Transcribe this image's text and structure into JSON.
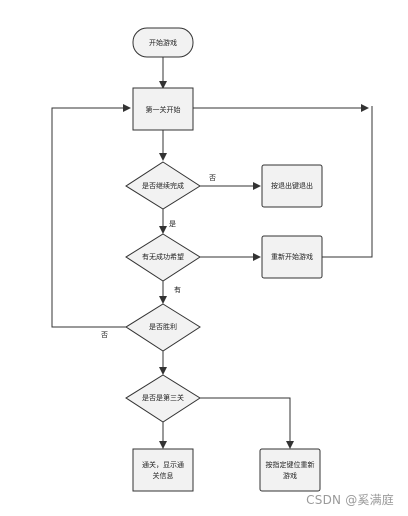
{
  "nodes": {
    "start": "开始游戏",
    "level1": "第一关开始",
    "continue_check": "是否继续完成",
    "exit_hint": "按退出键退出",
    "hope_check": "有无成功希望",
    "restart": "重新开始游戏",
    "win_check": "是否胜利",
    "level3_check": "是否是第三关",
    "clear_info": [
      "通关，显示通",
      "关信息"
    ],
    "retry_hint": [
      "按指定键位重新",
      "游戏"
    ]
  },
  "edges": {
    "continue_no": "否",
    "continue_yes": "是",
    "hope_yes": "有",
    "win_no": "否"
  },
  "watermark": "CSDN @奚满庭",
  "colors": {
    "fill": "#f2f2f2",
    "stroke": "#333333"
  }
}
